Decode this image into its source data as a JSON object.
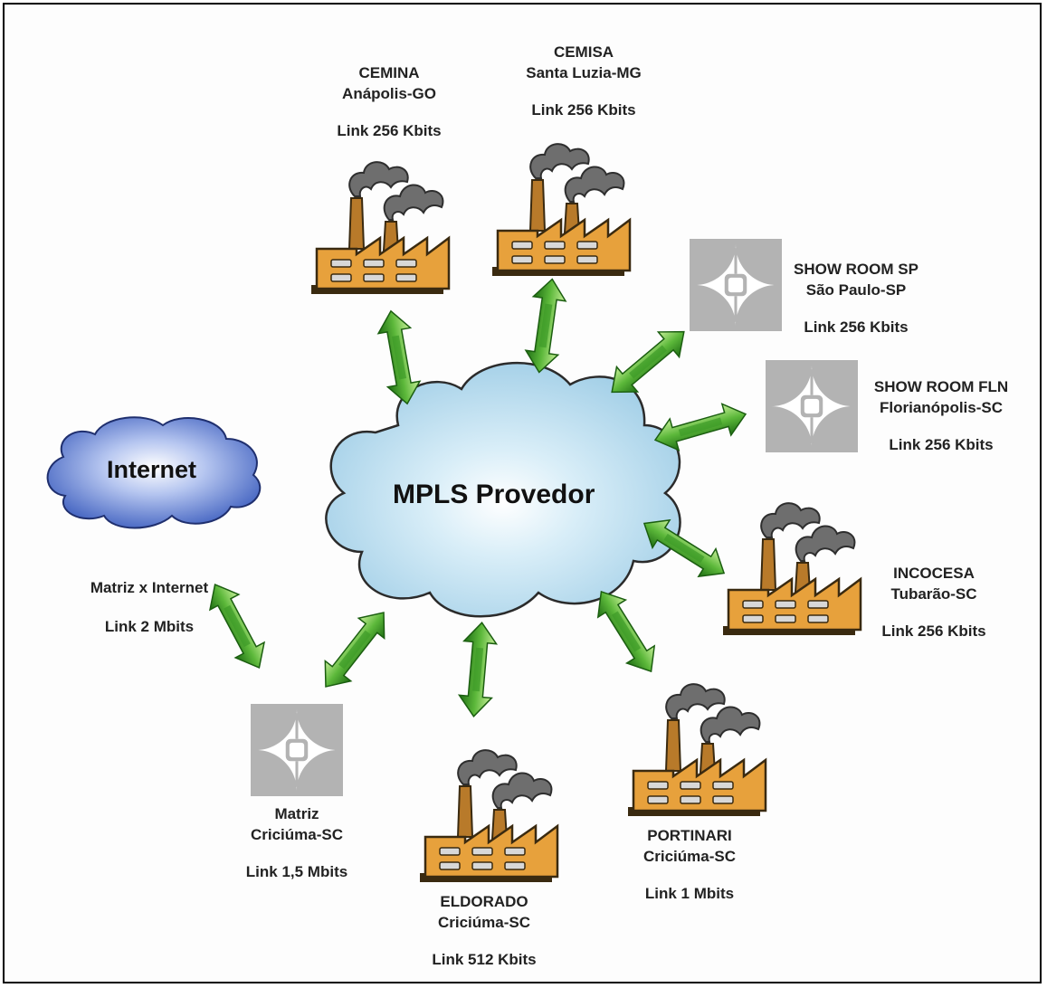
{
  "clouds": {
    "internet": "Internet",
    "mpls": "MPLS Provedor"
  },
  "nodes": {
    "cemina": {
      "name": "CEMINA",
      "city": "Anápolis-GO",
      "link": "Link 256 Kbits",
      "icon": "factory-icon"
    },
    "cemisa": {
      "name": "CEMISA",
      "city": "Santa Luzia-MG",
      "link": "Link 256 Kbits",
      "icon": "factory-icon"
    },
    "showroom_sp": {
      "name": "SHOW ROOM SP",
      "city": "São Paulo-SP",
      "link": "Link 256 Kbits",
      "icon": "company-logo-icon"
    },
    "showroom_fln": {
      "name": "SHOW ROOM FLN",
      "city": "Florianópolis-SC",
      "link": "Link 256 Kbits",
      "icon": "company-logo-icon"
    },
    "incocesa": {
      "name": "INCOCESA",
      "city": "Tubarão-SC",
      "link": "Link 256 Kbits",
      "icon": "factory-icon"
    },
    "portinari": {
      "name": "PORTINARI",
      "city": "Criciúma-SC",
      "link": "Link 1 Mbits",
      "icon": "factory-icon"
    },
    "eldorado": {
      "name": "ELDORADO",
      "city": "Criciúma-SC",
      "link": "Link 512 Kbits",
      "icon": "factory-icon"
    },
    "matriz": {
      "name": "Matriz",
      "city": "Criciúma-SC",
      "link": "Link 1,5 Mbits",
      "icon": "company-logo-icon"
    }
  },
  "internet_link": {
    "name": "Matriz x Internet",
    "link": "Link 2 Mbits"
  },
  "colors": {
    "arrow_light": "#a8e070",
    "arrow_dark": "#2e8a1e",
    "factory_body": "#e7a13c",
    "factory_outline": "#3a2a10",
    "smoke": "#6e6e6e",
    "logo_bg": "#b3b3b3",
    "mpls_cloud": "#cde8f5",
    "internet_cloud": "#5d7fd0"
  }
}
